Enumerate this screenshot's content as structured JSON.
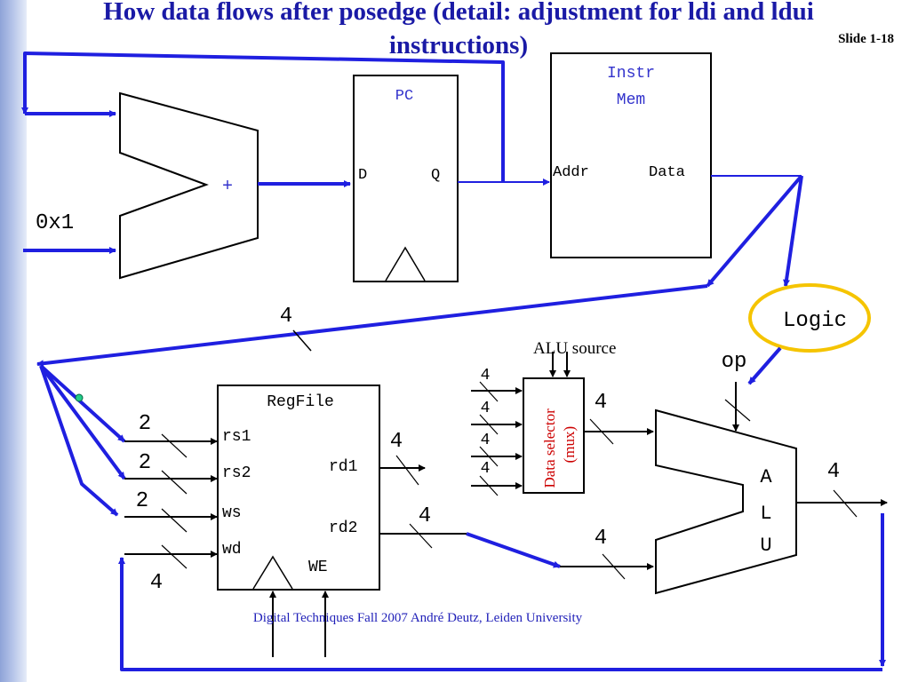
{
  "slide": {
    "title": "How data flows after posedge (detail: adjustment for ldi and ldui instructions)",
    "slide_number": "Slide 1-18",
    "footer": "Digital Techniques Fall 2007 André Deutz, Leiden University"
  },
  "colors": {
    "wire_blue": "#1f1fe0",
    "label_blue": "#3333cc",
    "mux_red": "#cc0000",
    "logic_outline": "#f5c400",
    "sidebar": "#a9b9e6"
  },
  "adder": {
    "symbol": "+",
    "constant": "0x1"
  },
  "pc": {
    "title": "PC",
    "d": "D",
    "q": "Q"
  },
  "instr_mem": {
    "title_line1": "Instr",
    "title_line2": "Mem",
    "addr": "Addr",
    "data": "Data"
  },
  "logic": {
    "label": "Logic"
  },
  "regfile": {
    "title": "RegFile",
    "rs1": "rs1",
    "rs2": "rs2",
    "ws": "ws",
    "wd": "wd",
    "rd1": "rd1",
    "rd2": "rd2",
    "we": "WE"
  },
  "mux": {
    "title_line1": "Data selector",
    "title_line2": "(mux)",
    "control_label": "ALU source"
  },
  "alu": {
    "a": "A",
    "l": "L",
    "u": "U",
    "op": "op"
  },
  "bus_widths": {
    "instr_bus": "4",
    "rs1": "2",
    "rs2": "2",
    "ws": "2",
    "wd": "4",
    "rd1": "4",
    "rd2": "4",
    "mux_in1": "4",
    "mux_in2": "4",
    "mux_in3": "4",
    "mux_in4": "4",
    "mux_out": "4",
    "alu_b": "4",
    "alu_out": "4"
  }
}
